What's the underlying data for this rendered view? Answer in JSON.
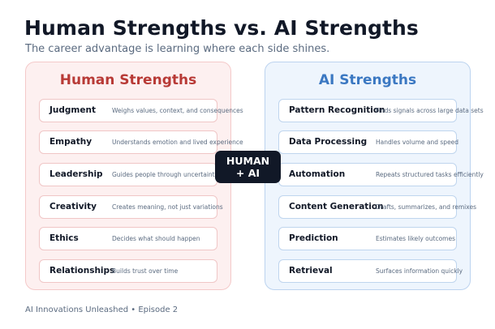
{
  "header": {
    "title": "Human Strengths vs. AI Strengths",
    "subtitle": "The career advantage is learning where each side shines."
  },
  "human": {
    "title": "Human Strengths",
    "items": [
      {
        "label": "Judgment",
        "desc": "Weighs values, context, and consequences"
      },
      {
        "label": "Empathy",
        "desc": "Understands emotion and lived experience"
      },
      {
        "label": "Leadership",
        "desc": "Guides people through uncertainty"
      },
      {
        "label": "Creativity",
        "desc": "Creates meaning, not just variations"
      },
      {
        "label": "Ethics",
        "desc": "Decides what should happen"
      },
      {
        "label": "Relationships",
        "desc": "Builds trust over time"
      }
    ]
  },
  "ai": {
    "title": "AI Strengths",
    "items": [
      {
        "label": "Pattern Recognition",
        "desc": "Finds signals across large data sets"
      },
      {
        "label": "Data Processing",
        "desc": "Handles volume and speed"
      },
      {
        "label": "Automation",
        "desc": "Repeats structured tasks efficiently"
      },
      {
        "label": "Content Generation",
        "desc": "Drafts, summarizes, and remixes"
      },
      {
        "label": "Prediction",
        "desc": "Estimates likely outcomes"
      },
      {
        "label": "Retrieval",
        "desc": "Surfaces information quickly"
      }
    ]
  },
  "center": {
    "line1": "HUMAN",
    "line2": "+ AI"
  },
  "footer": {
    "text": "AI Innovations Unleashed • Episode 2"
  },
  "colors": {
    "human_accent": "#b83a36",
    "ai_accent": "#3b78c2",
    "center_bg": "#111827"
  }
}
